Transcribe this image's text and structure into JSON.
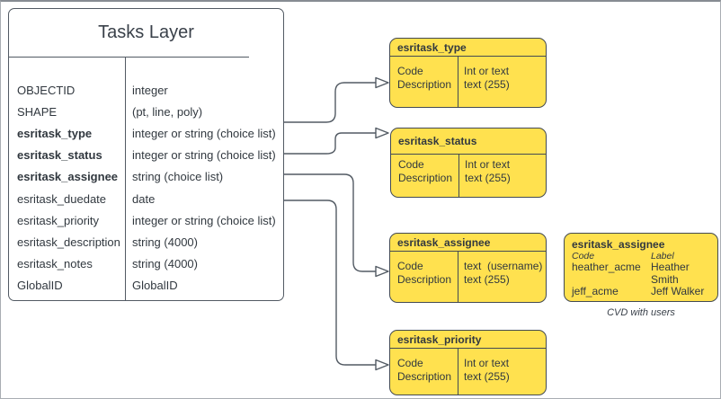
{
  "tasks_layer": {
    "title": "Tasks Layer",
    "rows": [
      {
        "field": "OBJECTID",
        "type": "integer"
      },
      {
        "field": "SHAPE",
        "type": "(pt, line, poly)"
      },
      {
        "field": "esritask_type",
        "type": "integer or string (choice list)"
      },
      {
        "field": "esritask_status",
        "type": "integer or string (choice list)"
      },
      {
        "field": "esritask_assignee",
        "type": "string (choice list)"
      },
      {
        "field": "esritask_duedate",
        "type": "date"
      },
      {
        "field": "esritask_priority",
        "type": "integer or string (choice list)"
      },
      {
        "field": "esritask_description",
        "type": "string (4000)"
      },
      {
        "field": "esritask_notes",
        "type": "string (4000)"
      },
      {
        "field": "GlobalID",
        "type": "GlobalID"
      }
    ]
  },
  "choice_tables": [
    {
      "title": "esritask_type",
      "col1": [
        "Code",
        "Description"
      ],
      "col2": [
        "Int or text",
        "text (255)"
      ]
    },
    {
      "title": "esritask_status",
      "col1": [
        "Code",
        "Description"
      ],
      "col2": [
        "Int or text",
        "text (255)"
      ]
    },
    {
      "title": "esritask_assignee",
      "col1": [
        "Code",
        "Description"
      ],
      "col2": [
        "text  (username)",
        "text (255)"
      ]
    },
    {
      "title": "esritask_priority",
      "col1": [
        "Code",
        "Description"
      ],
      "col2": [
        "Int or text",
        "text (255)"
      ]
    }
  ],
  "cvd_list": {
    "title": "esritask_assignee",
    "columns": [
      "Code",
      "Label"
    ],
    "entries": [
      {
        "code": "heather_acme",
        "label": "Heather Smith"
      },
      {
        "code": "jeff_acme",
        "label": "Jeff Walker"
      }
    ],
    "ellipsis": "....",
    "caption": "CVD with users"
  },
  "colors": {
    "box_fill": "#FFE14F",
    "stroke": "#525a63",
    "text": "#31383f"
  }
}
